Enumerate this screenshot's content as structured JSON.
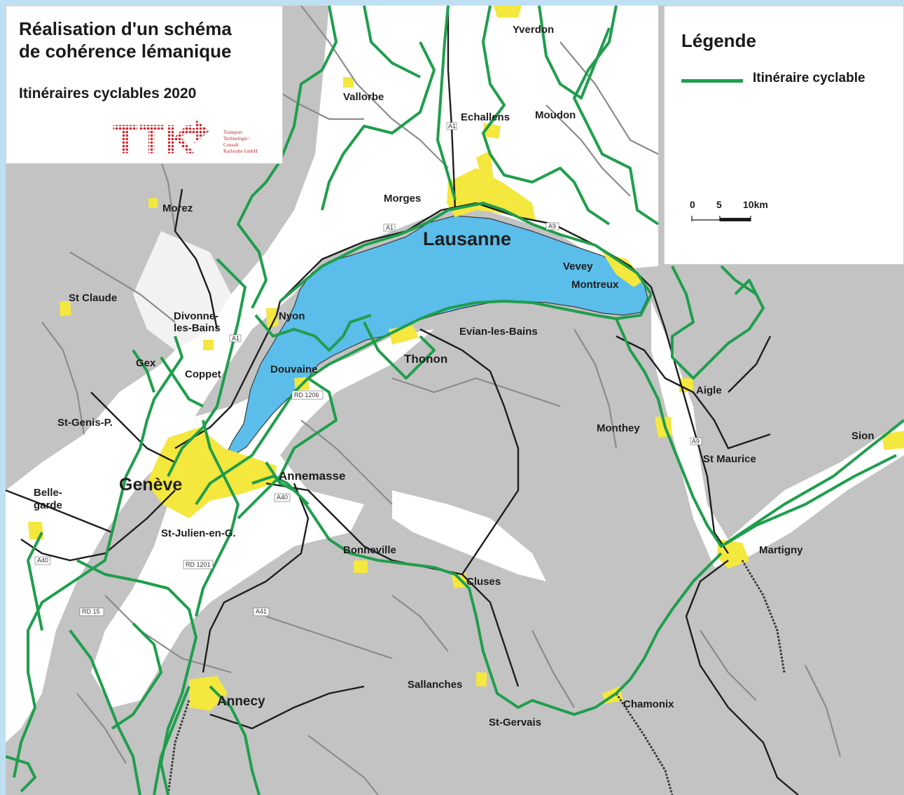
{
  "title": {
    "line1": "Réalisation d'un schéma",
    "line2": "de cohérence lémanique",
    "subtitle": "Itinéraires cyclables 2020",
    "logo_text": "TTK",
    "logo_caption": [
      "Transport",
      "Technologie /",
      "Consult",
      "Karlsruhe GmbH"
    ]
  },
  "legend": {
    "title": "Légende",
    "item_label": "Itinéraire cyclable",
    "scale_labels": [
      "0",
      "5",
      "10km"
    ]
  },
  "colors": {
    "lake": "#5bbde9",
    "route": "#1f9e4c",
    "urban": "#f4e73e",
    "terrain": "#c3c3c3",
    "lowland": "#ffffff"
  },
  "places": {
    "yverdon": "Yverdon",
    "vallorbe": "Vallorbe",
    "echallens": "Echallens",
    "moudon": "Moudon",
    "morez": "Morez",
    "morges": "Morges",
    "lausanne": "Lausanne",
    "vevey": "Vevey",
    "montreux": "Montreux",
    "st_claude": "St Claude",
    "divonne1": "Divonne-",
    "divonne2": "les-Bains",
    "nyon": "Nyon",
    "evian": "Evian-les-Bains",
    "thonon": "Thonon",
    "gex": "Gex",
    "coppet": "Coppet",
    "douvaine": "Douvaine",
    "aigle": "Aigle",
    "st_genis": "St-Genis-P.",
    "monthey": "Monthey",
    "sion": "Sion",
    "st_maurice": "St Maurice",
    "geneve": "Genève",
    "annemasse": "Annemasse",
    "bellegarde1": "Belle-",
    "bellegarde2": "garde",
    "st_julien": "St-Julien-en-G.",
    "bonneville": "Bonneville",
    "martigny": "Martigny",
    "cluses": "Cluses",
    "sallanches": "Sallanches",
    "annecy": "Annecy",
    "chamonix": "Chamonix",
    "st_gervais": "St-Gervais"
  },
  "roads": {
    "a1_north": "A1",
    "a1_morges": "A1",
    "a9_east": "A9",
    "a1_west": "A1",
    "rd1206": "RD 1206",
    "a9_south": "A9",
    "a40_east": "A40",
    "a40_west": "A40",
    "rd1201": "RD 1201",
    "rd15": "RD 15",
    "a41": "A41"
  }
}
